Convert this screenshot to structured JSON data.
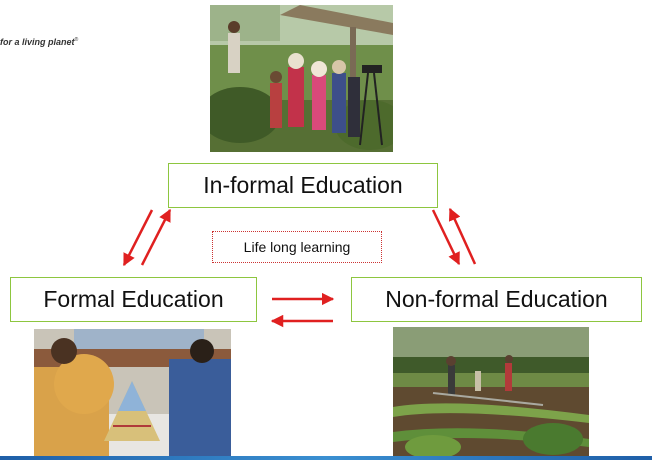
{
  "tagline": {
    "text": "for a living planet",
    "mark": "®"
  },
  "nodes": {
    "informal": "In-formal Education",
    "formal": "Formal Education",
    "nonformal": "Non-formal Education"
  },
  "center_label": "Life long learning",
  "colors": {
    "box_border": "#8dc63f",
    "arrow": "#e02020",
    "label_border": "#cc3333"
  }
}
